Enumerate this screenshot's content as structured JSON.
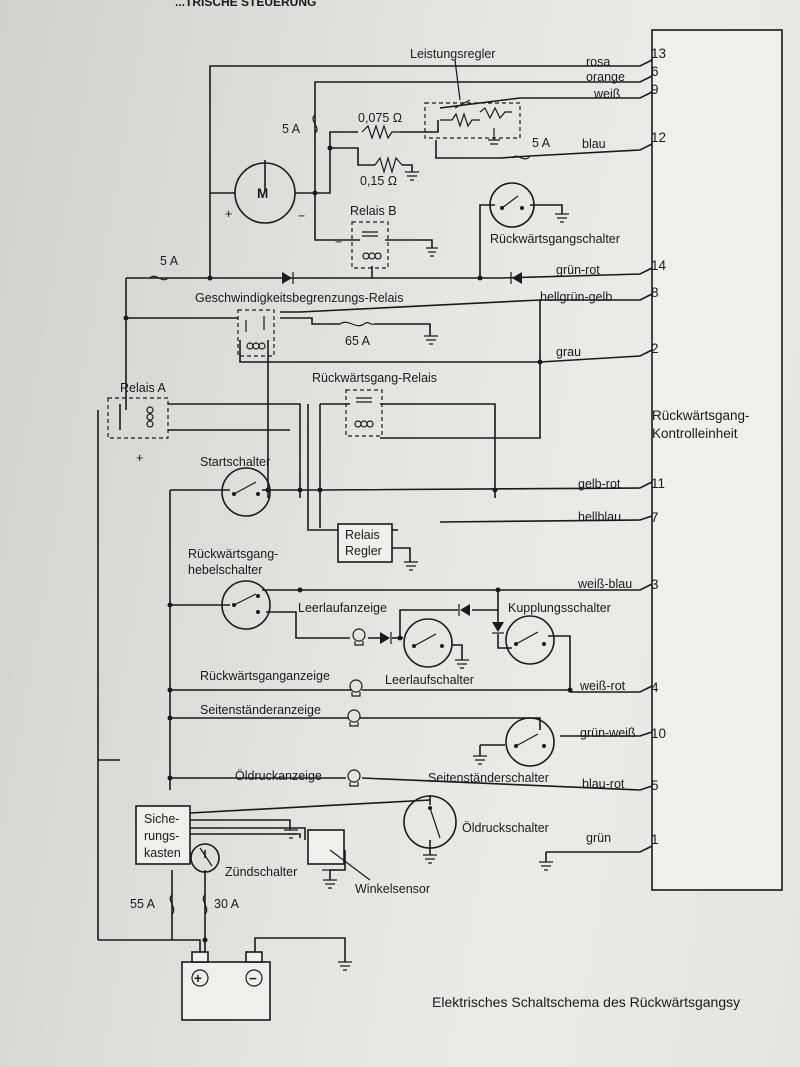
{
  "header": {
    "fragment": "...TRISCHE STEUERUNG"
  },
  "caption": "Elektrisches Schaltschema des Rückwärtsgangsy",
  "control_unit": {
    "label_line1": "Rückwärtsgang-",
    "label_line2": "Kontrolleinheit"
  },
  "wires": [
    {
      "color": "rosa",
      "pin": "13"
    },
    {
      "color": "orange",
      "pin": "6"
    },
    {
      "color": "weiß",
      "pin": "9"
    },
    {
      "color": "blau",
      "pin": "12"
    },
    {
      "color": "grün-rot",
      "pin": "14"
    },
    {
      "color": "hellgrün-gelb",
      "pin": "8"
    },
    {
      "color": "grau",
      "pin": "2"
    },
    {
      "color": "gelb-rot",
      "pin": "11"
    },
    {
      "color": "hellblau",
      "pin": "7"
    },
    {
      "color": "weiß-blau",
      "pin": "3"
    },
    {
      "color": "weiß-rot",
      "pin": "4"
    },
    {
      "color": "grün-weiß",
      "pin": "10"
    },
    {
      "color": "blau-rot",
      "pin": "5"
    },
    {
      "color": "grün",
      "pin": "1"
    }
  ],
  "components": {
    "leistungsregler": "Leistungsregler",
    "motor": "M",
    "motor_plus": "+",
    "motor_minus": "−",
    "res1": "0,075 Ω",
    "res2": "0,15 Ω",
    "fuse_motor": "5 A",
    "fuse_blau": "5 A",
    "fuse_left": "5 A",
    "fuse_65": "65 A",
    "fuse_55": "55 A",
    "fuse_30": "30 A",
    "relais_b": "Relais B",
    "relais_b_minus": "−",
    "rueckwaertsgangschalter": "Rückwärtsgangschalter",
    "geschw_relais": "Geschwindigkeitsbegrenzungs-Relais",
    "relais_a": "Relais A",
    "relais_a_plus": "+",
    "rueckwaertsgang_relais": "Rückwärtsgang-Relais",
    "startschalter": "Startschalter",
    "relais_regler_1": "Relais",
    "relais_regler_2": "Regler",
    "hebelschalter_1": "Rückwärtsgang-",
    "hebelschalter_2": "hebelschalter",
    "leerlaufanzeige": "Leerlaufanzeige",
    "kupplungsschalter": "Kupplungsschalter",
    "leerlaufschalter": "Leerlaufschalter",
    "rueckwaertsganganzeige": "Rückwärtsganganzeige",
    "seitenstaenderanzeige": "Seitenständeranzeige",
    "seitenstaenderschalter": "Seitenständerschalter",
    "oeldruckanzeige": "Öldruckanzeige",
    "oeldruckschalter": "Öldruckschalter",
    "sicherungskasten_1": "Siche-",
    "sicherungskasten_2": "rungs-",
    "sicherungskasten_3": "kasten",
    "zuendschalter": "Zündschalter",
    "winkelsensor": "Winkelsensor",
    "battery_plus": "+",
    "battery_minus": "−"
  }
}
